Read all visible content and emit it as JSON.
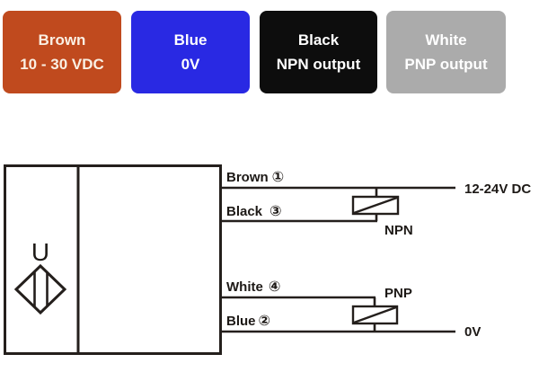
{
  "legend": {
    "items": [
      {
        "name": "Brown",
        "description": "10 - 30 VDC",
        "color": "#c04a1e",
        "text_color": "#faf0e4"
      },
      {
        "name": "Blue",
        "description": "0V",
        "color": "#2929e3",
        "text_color": "#ffffff"
      },
      {
        "name": "Black",
        "description": "NPN output",
        "color": "#0d0d0d",
        "text_color": "#ffffff"
      },
      {
        "name": "White",
        "description": "PNP output",
        "color": "#ababab",
        "text_color": "#ffffff"
      }
    ]
  },
  "diagram": {
    "sensor_symbol_label": "U",
    "wires": [
      {
        "label": "Brown",
        "pin": "①"
      },
      {
        "label": "Black",
        "pin": "③"
      },
      {
        "label": "White",
        "pin": "④"
      },
      {
        "label": "Blue",
        "pin": "②"
      }
    ],
    "loads": [
      {
        "label": "NPN"
      },
      {
        "label": "PNP"
      }
    ],
    "supply_label": "12-24V DC",
    "ground_label": "0V",
    "line_color": "#241f1c"
  }
}
